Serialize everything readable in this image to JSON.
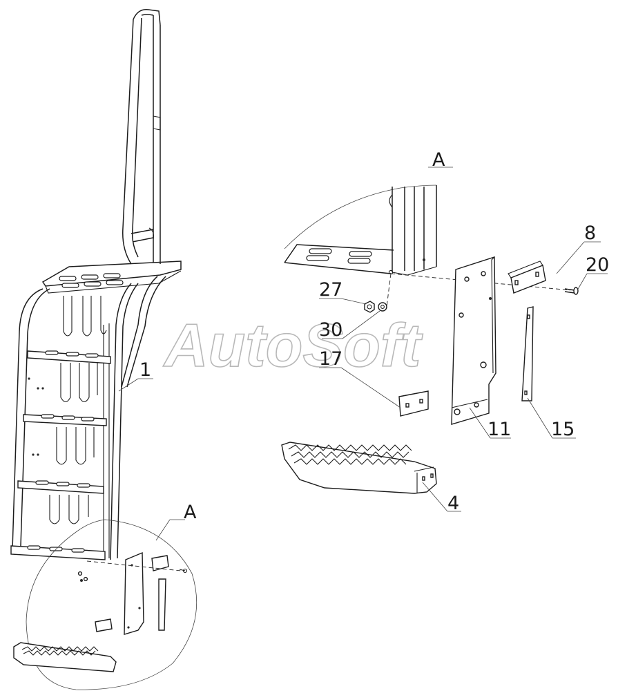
{
  "watermark": "AutoSoft",
  "callouts": [
    {
      "id": "label-a-main",
      "text": "A"
    },
    {
      "id": "label-a-detail",
      "text": "A"
    },
    {
      "id": "label-1",
      "text": "1"
    },
    {
      "id": "label-4",
      "text": "4"
    },
    {
      "id": "label-8",
      "text": "8"
    },
    {
      "id": "label-11",
      "text": "11"
    },
    {
      "id": "label-15",
      "text": "15"
    },
    {
      "id": "label-17",
      "text": "17"
    },
    {
      "id": "label-20",
      "text": "20"
    },
    {
      "id": "label-27",
      "text": "27"
    },
    {
      "id": "label-30",
      "text": "30"
    }
  ]
}
